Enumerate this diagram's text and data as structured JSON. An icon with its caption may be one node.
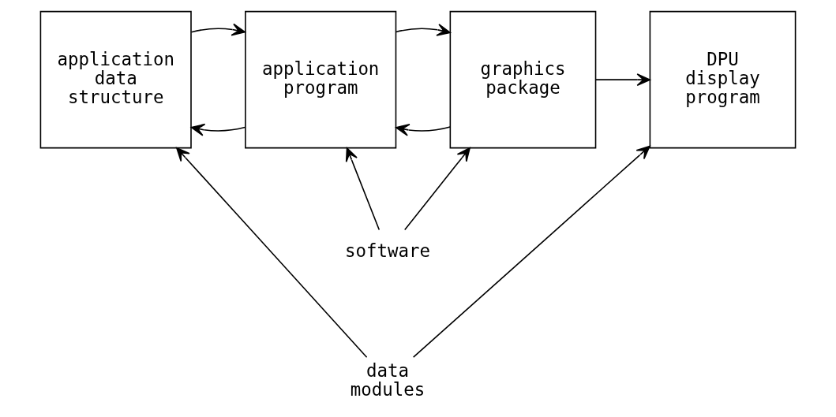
{
  "diagram": {
    "nodes": [
      {
        "text": [
          "application data structure"
        ]
      },
      {
        "text": [
          "application program"
        ]
      },
      {
        "text": [
          "graphics package"
        ]
      },
      {
        "text": [
          "DPU display program"
        ]
      },
      {
        "text": [
          "software"
        ]
      },
      {
        "text": [
          "data modules"
        ]
      }
    ],
    "edges": [
      {
        "from": 0,
        "to": 1,
        "arrow": "to"
      },
      {
        "from": 1,
        "to": 0,
        "arrow": "to"
      },
      {
        "from": 1,
        "to": 2,
        "arrow": "to"
      },
      {
        "from": 2,
        "to": 1,
        "arrow": "to"
      },
      {
        "from": 2,
        "to": 3,
        "arrow": "to"
      },
      {
        "from": 4,
        "to": 1,
        "arrow": "to"
      },
      {
        "from": 4,
        "to": 2,
        "arrow": "to"
      },
      {
        "from": 5,
        "to": 0,
        "arrow": "to"
      },
      {
        "from": 5,
        "to": 3,
        "arrow": "to"
      }
    ]
  }
}
